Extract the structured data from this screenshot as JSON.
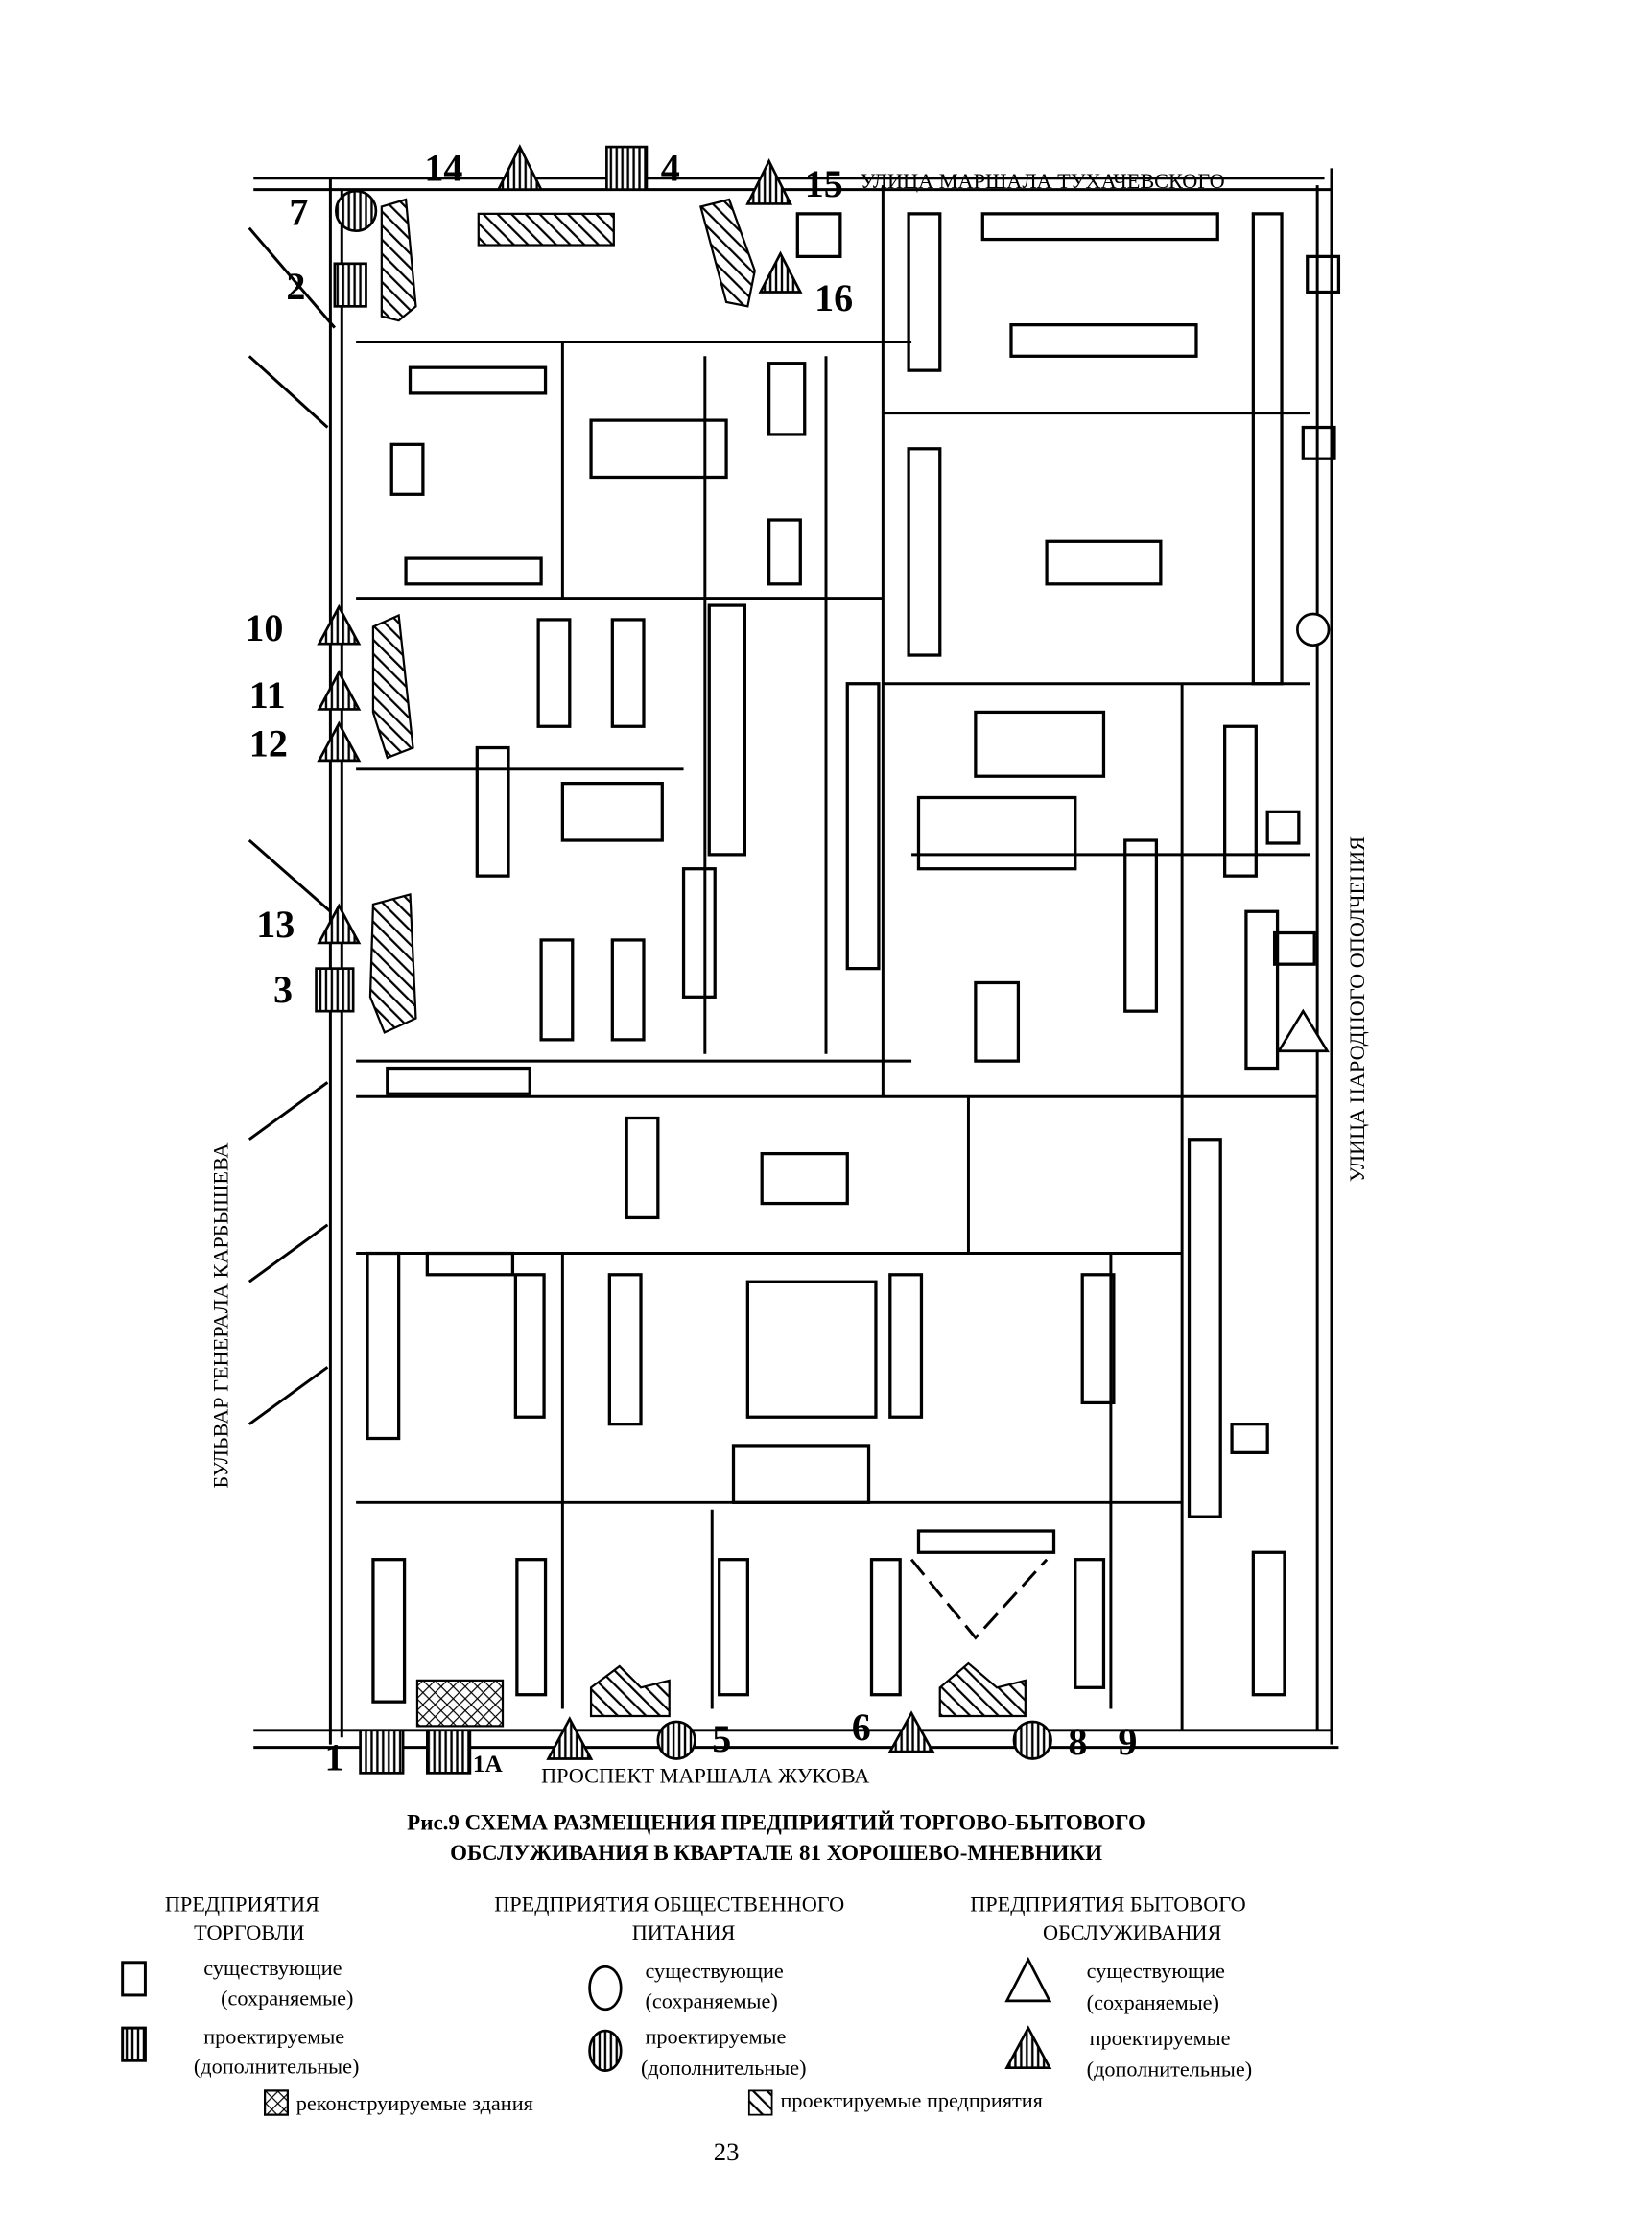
{
  "streets": {
    "top": "УЛИЦА  МАРШАЛА ТУХАЧЕВСКОГО",
    "right": "УЛИЦА НАРОДНОГО ОПОЛЧЕНИЯ",
    "left": "БУЛЬВАР ГЕНЕРАЛА КАРБЫШЕВА",
    "bottom": "ПРОСПЕКТ МАРШАЛА ЖУКОВА"
  },
  "markers": {
    "m1": "1",
    "m1a": "1А",
    "m2": "2",
    "m3": "3",
    "m4": "4",
    "m5": "5",
    "m6": "6",
    "m7": "7",
    "m8": "8",
    "m9": "9",
    "m10": "10",
    "m11": "11",
    "m12": "12",
    "m13": "13",
    "m14": "14",
    "m15": "15",
    "m16": "16"
  },
  "caption": {
    "line1": "Рис.9 СХЕМА РАЗМЕЩЕНИЯ ПРЕДПРИЯТИЙ ТОРГОВО-БЫТОВОГО",
    "line2": "ОБСЛУЖИВАНИЯ В КВАРТАЛЕ 81 ХОРОШЕВО-МНЕВНИКИ"
  },
  "legend": {
    "groups": [
      {
        "title1": "ПРЕДПРИЯТИЯ",
        "title2": "ТОРГОВЛИ",
        "existing1": "существующие",
        "existing2": "(сохраняемые)",
        "planned1": "проектируемые",
        "planned2": "(дополнительные)"
      },
      {
        "title1": "ПРЕДПРИЯТИЯ ОБЩЕСТВЕННОГО",
        "title2": "ПИТАНИЯ",
        "existing1": "существующие",
        "existing2": "(сохраняемые)",
        "planned1": "проектируемые",
        "planned2": "(дополнительные)"
      },
      {
        "title1": "ПРЕДПРИЯТИЯ БЫТОВОГО",
        "title2": "ОБСЛУЖИВАНИЯ",
        "existing1": "существующие",
        "existing2": "(сохраняемые)",
        "planned1": "проектируемые",
        "planned2": "(дополнительные)"
      }
    ],
    "reconstructed": "реконструируемые здания",
    "planned_enterprises": "проектируемые предприятия"
  },
  "page_number": "23"
}
